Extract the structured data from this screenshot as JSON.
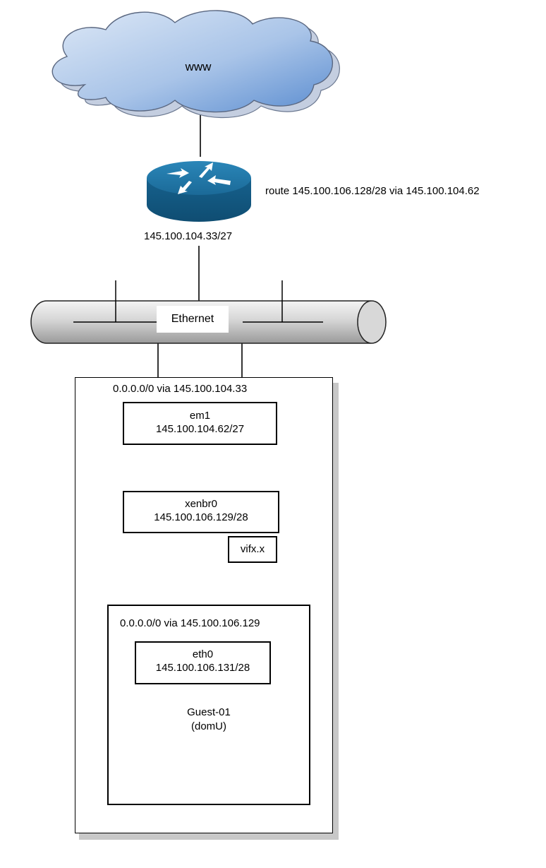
{
  "internet": {
    "label": "www"
  },
  "router": {
    "ip": "145.100.104.33/27",
    "route": "route 145.100.106.128/28 via 145.100.104.62"
  },
  "ethernet": {
    "label": "Ethernet"
  },
  "host": {
    "default_route": "0.0.0.0/0 via 145.100.104.33",
    "em1": {
      "name": "em1",
      "ip": "145.100.104.62/27"
    },
    "bridge": {
      "name": "xenbr0",
      "ip": "145.100.106.129/28"
    },
    "vif": {
      "name": "vifx.x"
    }
  },
  "guest": {
    "default_route": "0.0.0.0/0 via 145.100.106.129",
    "eth0": {
      "name": "eth0",
      "ip": "145.100.106.131/28"
    },
    "name": "Guest-01",
    "type": "(domU)"
  },
  "colors": {
    "cloud_fill": "#a9c4e8",
    "router_fill": "#1b6e9c",
    "bus_fill": "#d4d4d4"
  }
}
